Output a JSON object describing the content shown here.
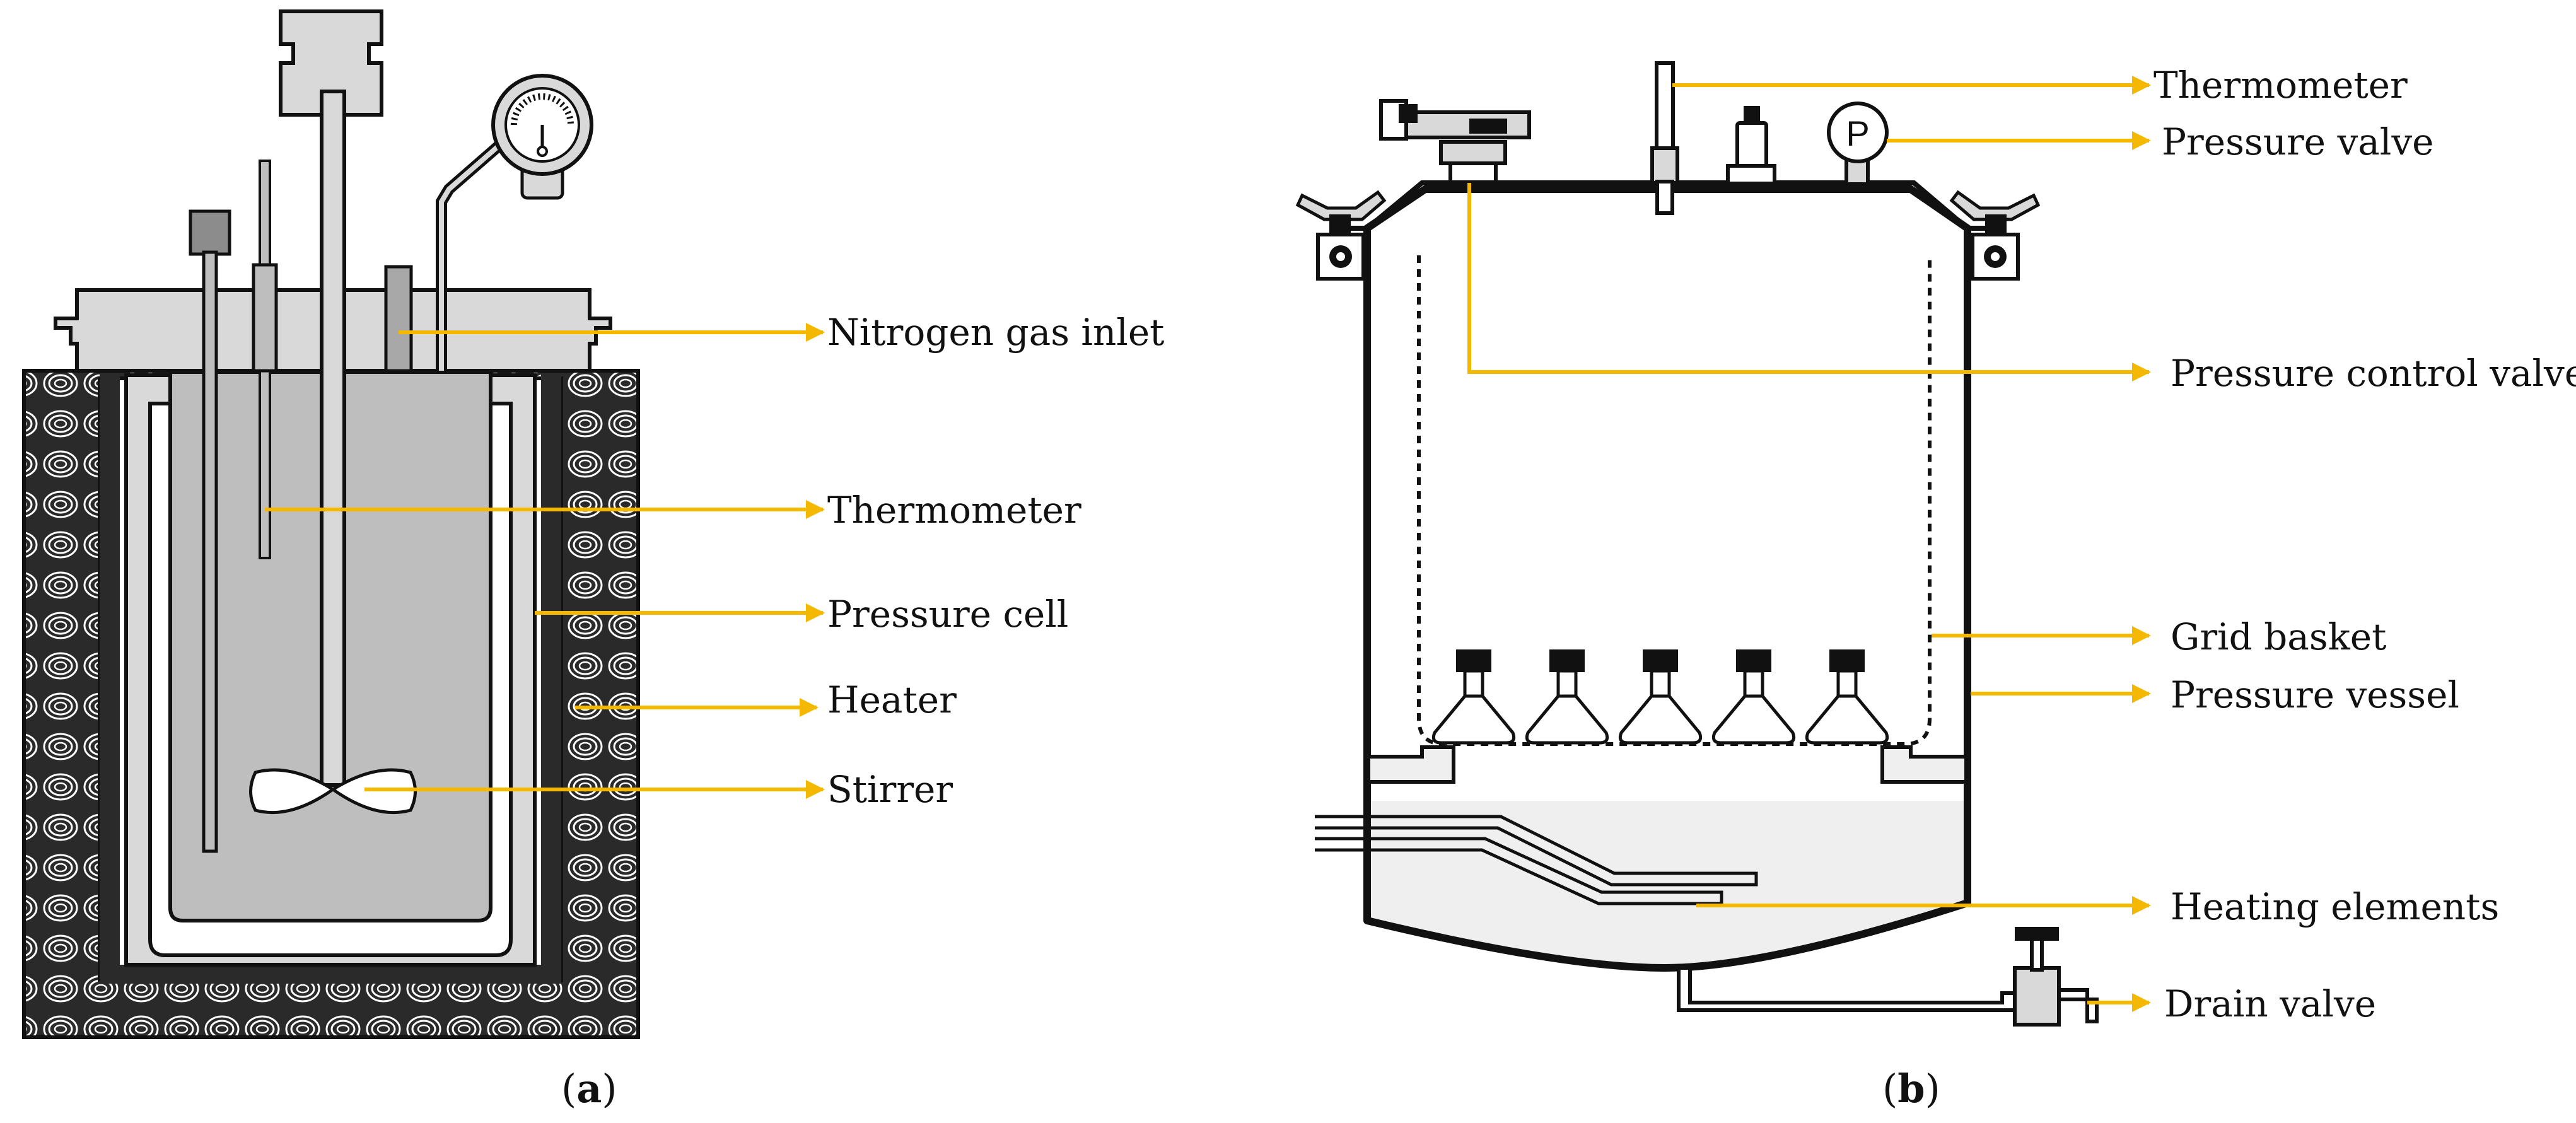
{
  "colors": {
    "arrow": "#F5B800",
    "outline": "#111111",
    "metal": "#D9D9D9",
    "fluid": "#BEBEBE",
    "insulation": "#2A2A2A",
    "coil": "#FFFFFF",
    "liquid": "#EFEFEF"
  },
  "panel_a": {
    "caption_prefix": "(",
    "caption_letter": "a",
    "caption_suffix": ")",
    "labels": {
      "nitrogen_gas_inlet": "Nitrogen gas inlet",
      "thermometer": "Thermometer",
      "pressure_cell": "Pressure cell",
      "heater": "Heater",
      "stirrer": "Stirrer"
    }
  },
  "panel_b": {
    "caption_prefix": "(",
    "caption_letter": "b",
    "caption_suffix": ")",
    "gauge_letter": "P",
    "nozzle_count": 5,
    "labels": {
      "thermometer": "Thermometer",
      "pressure_valve": "Pressure valve",
      "pressure_control_valve": "Pressure control valve",
      "grid_basket": "Grid basket",
      "pressure_vessel": "Pressure vessel",
      "heating_elements": "Heating elements",
      "drain_valve": "Drain valve"
    }
  }
}
